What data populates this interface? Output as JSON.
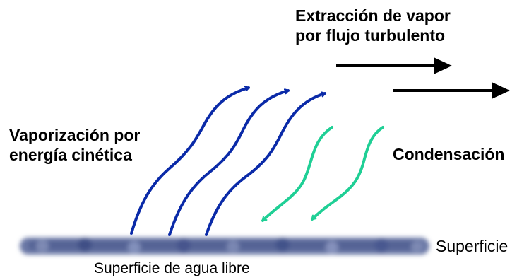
{
  "labels": {
    "extraction_line1": "Extracción de vapor",
    "extraction_line2": "por flujo turbulento",
    "vaporization_line1": "Vaporización por",
    "vaporization_line2": "energía cinética",
    "condensation": "Condensación",
    "surface": "Superficie",
    "free_water_surface": "Superficie de agua libre"
  },
  "colors": {
    "vaporization_arrows": "#0a2aa8",
    "condensation_arrows": "#1fcf95",
    "wind_arrows": "#000000",
    "water_surface": "#5a6a9c"
  },
  "icons": {
    "vaporization": "curved-up-arrow",
    "condensation": "curved-down-arrow",
    "wind": "right-arrow"
  }
}
